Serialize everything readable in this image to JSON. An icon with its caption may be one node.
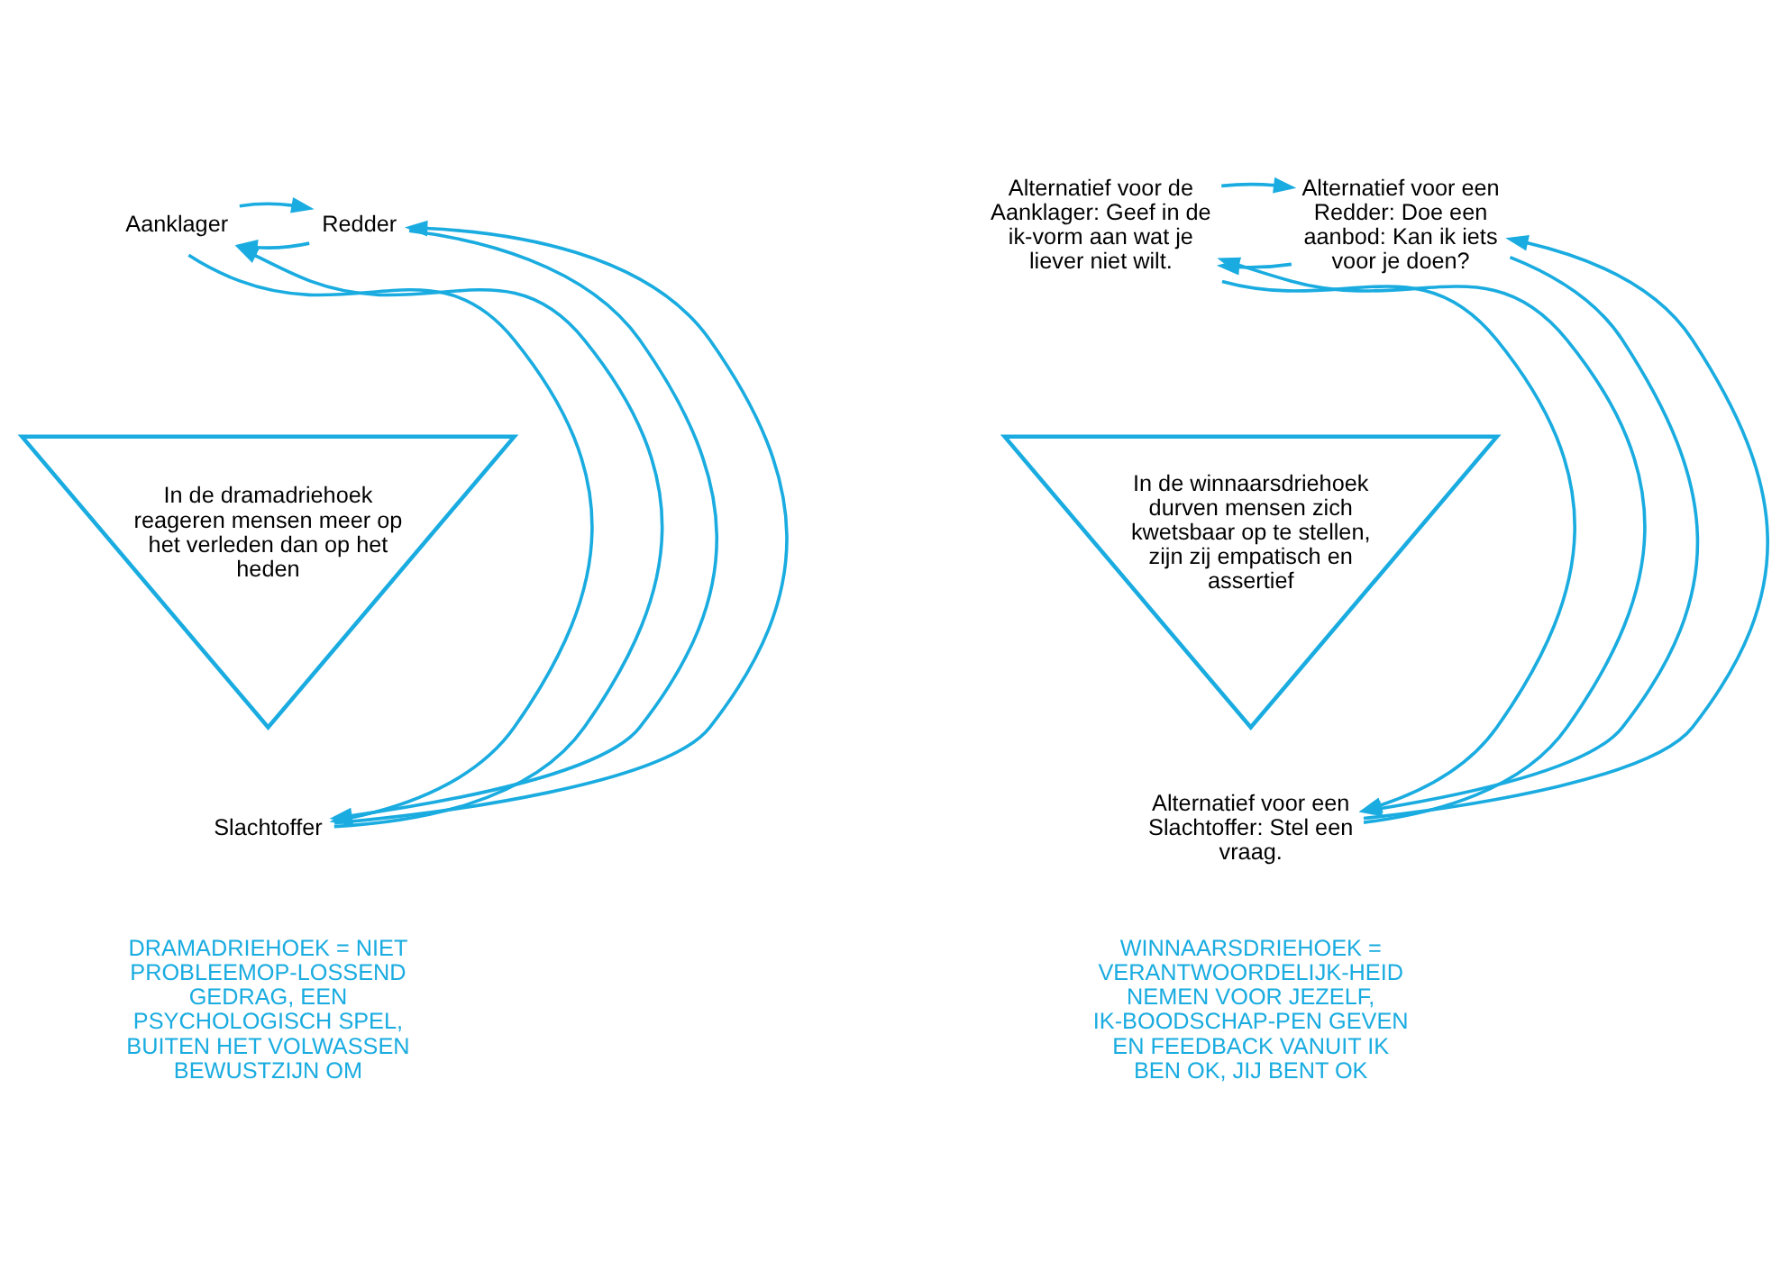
{
  "diagram": {
    "nodes": [
      {
        "text": [
          "In de dramadriehoek reageren mensen meer op het verleden dan op het heden"
        ]
      },
      {
        "text": [
          "Aanklager"
        ]
      },
      {
        "text": [
          "Redder"
        ]
      },
      {
        "text": [
          "Slachtoffer"
        ]
      },
      {
        "text": [
          "In de winnaarsdriehoek durven mensen zich kwetsbaar op te stellen, zijn zij empatisch en assertief"
        ]
      },
      {
        "text": [
          "Alternatief voor de Aanklager: Geef in de ik-vorm aan wat je liever niet wilt."
        ]
      },
      {
        "text": [
          "Alternatief voor een Redder: Doe een aanbod: Kan ik iets voor je doen?"
        ]
      },
      {
        "text": [
          "Alternatief voor een Slachtoffer: Stel een vraag."
        ]
      }
    ],
    "edges": [
      {
        "from": 2,
        "to": 1,
        "arrow": "to"
      },
      {
        "from": 1,
        "to": 2,
        "arrow": "to"
      },
      {
        "from": 3,
        "to": 1,
        "arrow": "to"
      },
      {
        "from": 1,
        "to": 3,
        "arrow": "to"
      },
      {
        "from": 2,
        "to": 3,
        "arrow": "to"
      },
      {
        "from": 3,
        "to": 2,
        "arrow": "to"
      },
      {
        "from": 6,
        "to": 5,
        "arrow": "to"
      },
      {
        "from": 5,
        "to": 6,
        "arrow": "to"
      },
      {
        "from": 7,
        "to": 5,
        "arrow": "to"
      },
      {
        "from": 5,
        "to": 7,
        "arrow": "to"
      },
      {
        "from": 6,
        "to": 7,
        "arrow": "to"
      },
      {
        "from": 7,
        "to": 6,
        "arrow": "to"
      }
    ],
    "labels": [
      "DRAMADRIEHOEK = NIET PROBLEEMOP-LOSSEND GEDRAG, EEN PSYCHOLOGISCH SPEL, BUITEN HET VOLWASSEN BEWUSTZIJN OM",
      "WINNAARSDRIEHOEK = VERANTWOORDELIJK-HEID NEMEN VOOR JEZELF, IK-BOODSCHAP-PEN GEVEN EN FEEDBACK VANUIT IK BEN OK, JIJ BENT OK"
    ]
  }
}
